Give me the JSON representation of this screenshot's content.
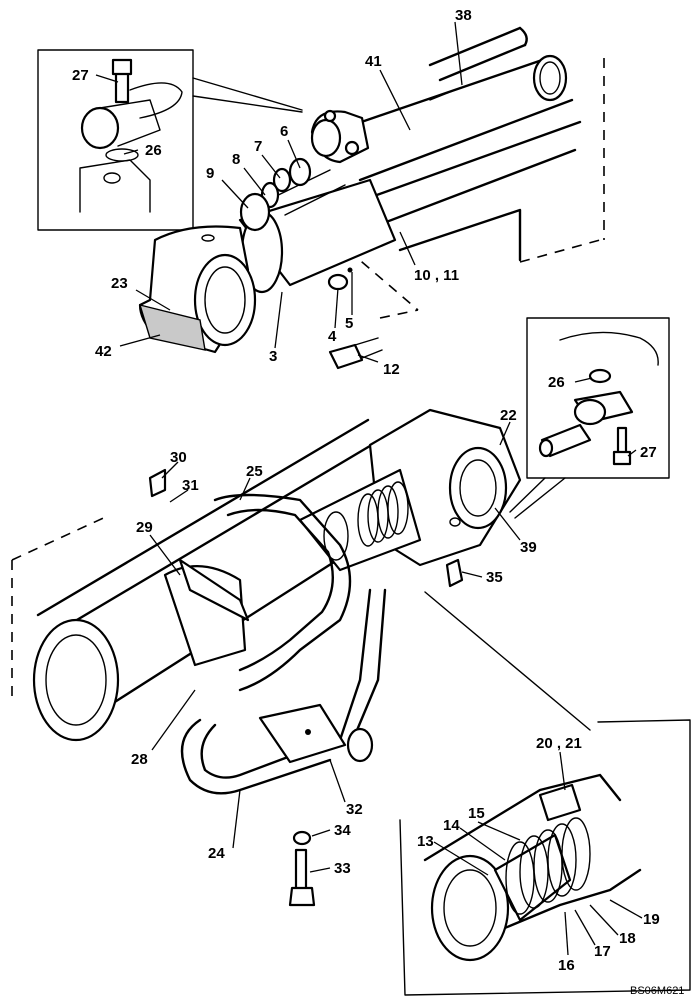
{
  "diagram": {
    "reference_code": "BS06M621",
    "labels": {
      "p38": "38",
      "p41": "41",
      "p27a": "27",
      "p26a": "26",
      "p6": "6",
      "p7": "7",
      "p8": "8",
      "p9": "9",
      "p23": "23",
      "p42": "42",
      "p3": "3",
      "p4": "4",
      "p5": "5",
      "p10_11": "10 , 11",
      "p12": "12",
      "p22": "22",
      "p26b": "26",
      "p27b": "27",
      "p30": "30",
      "p31": "31",
      "p25": "25",
      "p29": "29",
      "p39": "39",
      "p35": "35",
      "p28": "28",
      "p32": "32",
      "p34": "34",
      "p24": "24",
      "p33": "33",
      "p20_21": "20 , 21",
      "p15": "15",
      "p14": "14",
      "p13": "13",
      "p19": "19",
      "p18": "18",
      "p17": "17",
      "p16": "16"
    }
  }
}
